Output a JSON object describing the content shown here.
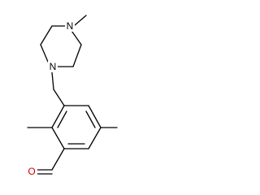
{
  "molecule": {
    "atoms": {
      "piperazine_n_top": {
        "label": "N",
        "color": "#000000"
      },
      "piperazine_n_bottom": {
        "label": "N",
        "color": "#000000"
      },
      "aldehyde_o": {
        "label": "O",
        "color": "#d00000"
      }
    }
  }
}
